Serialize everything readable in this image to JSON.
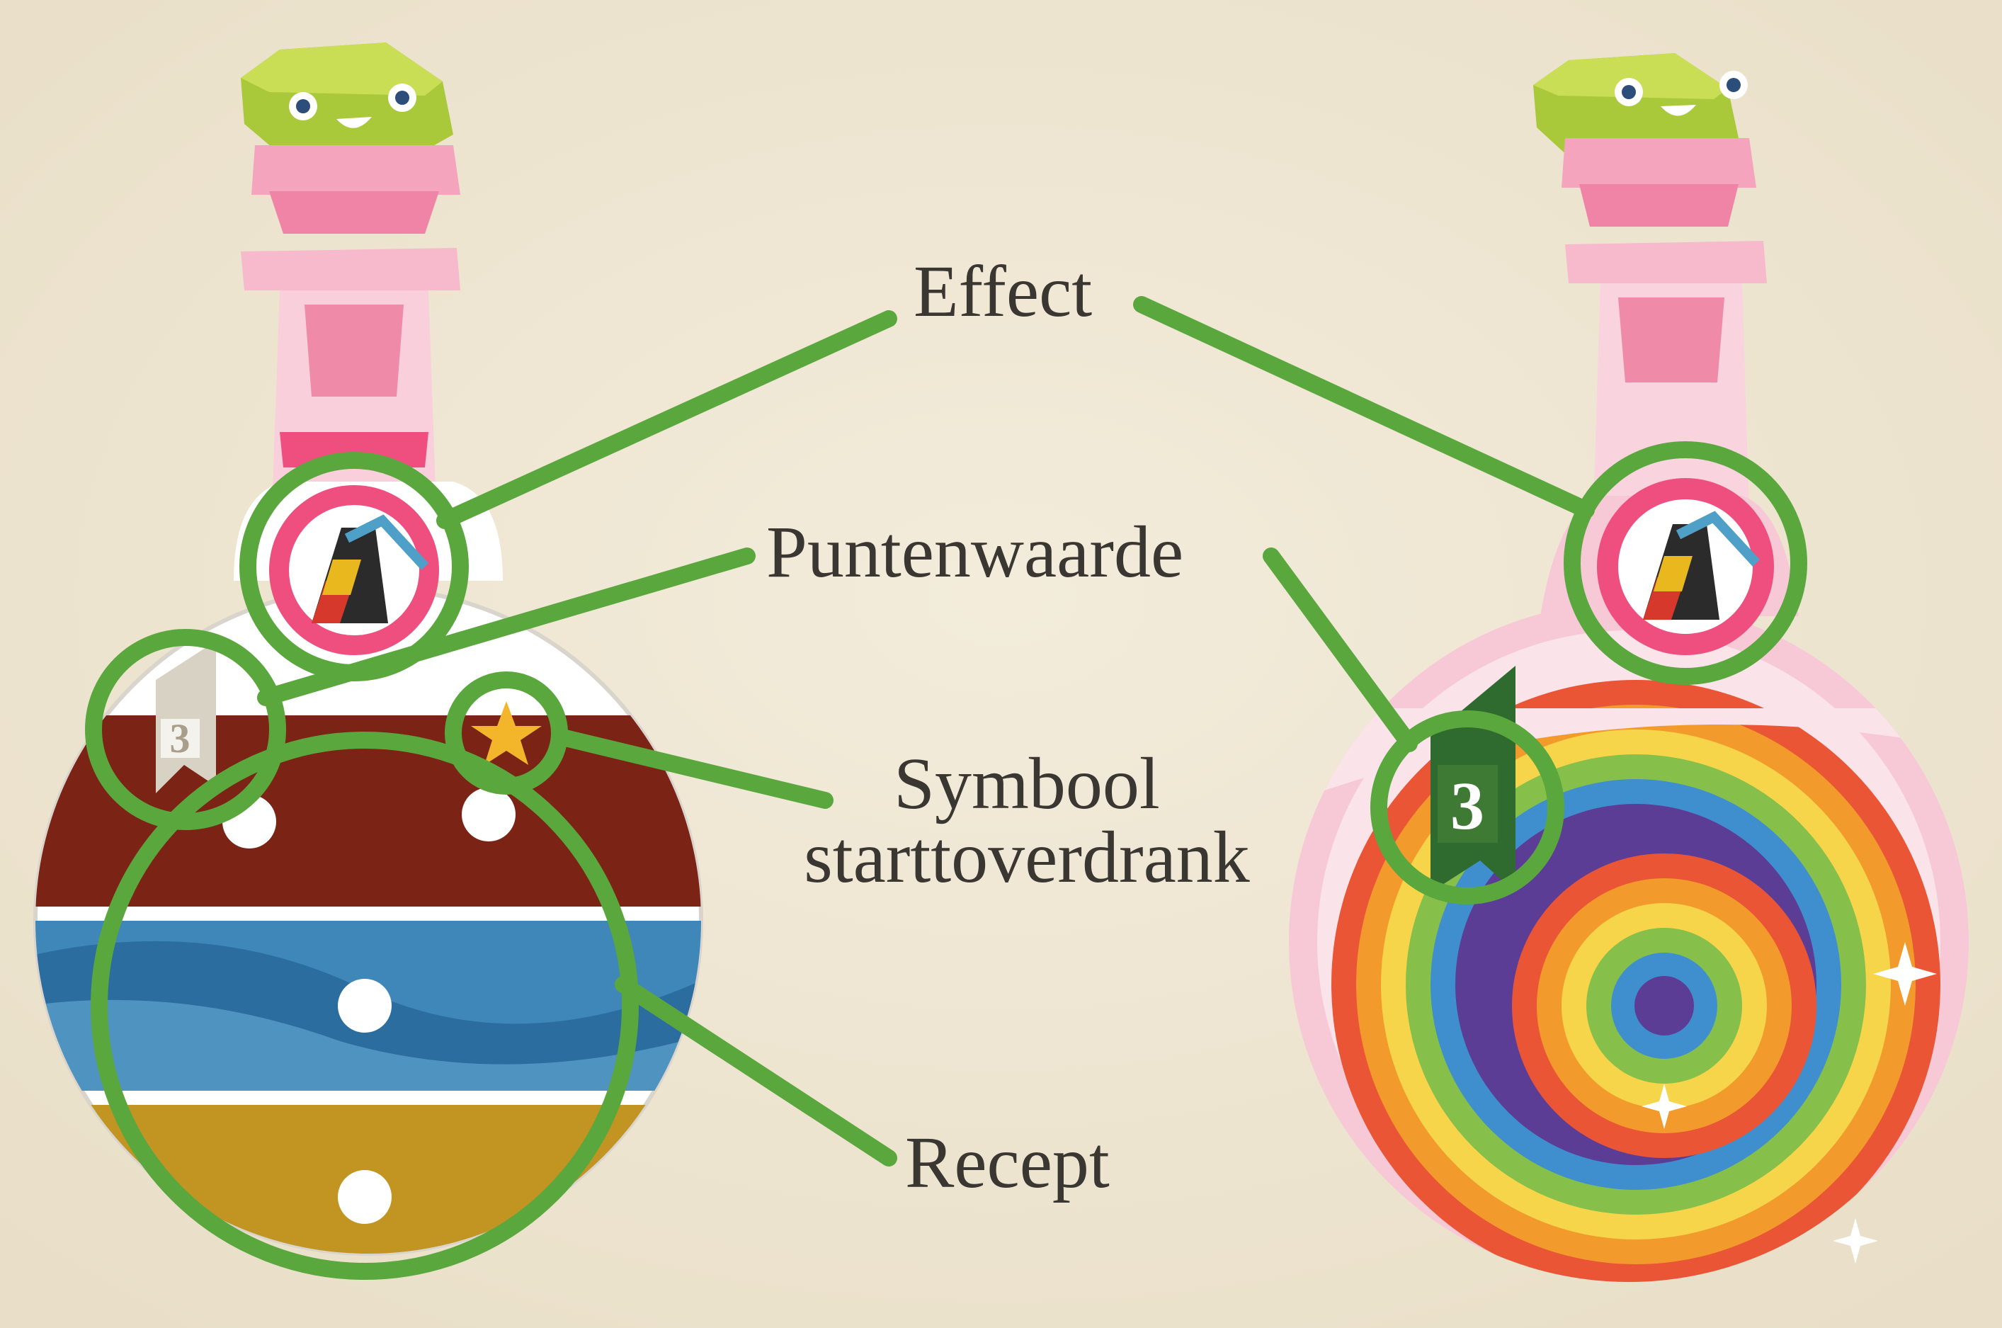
{
  "labels": {
    "effect": "Effect",
    "points": "Puntenwaarde",
    "symbol_line1": "Symbool",
    "symbol_line2": "starttoverdrank",
    "recipe": "Recept"
  },
  "cards": {
    "left": {
      "point_value": "3"
    },
    "right": {
      "point_value": "3"
    }
  },
  "colors": {
    "background": "#efe7d4",
    "callout_green": "#5aa73e",
    "bottle_pink": "#f2a6c0",
    "cap_green": "#b7d23c",
    "label_text": "#3a3632"
  }
}
